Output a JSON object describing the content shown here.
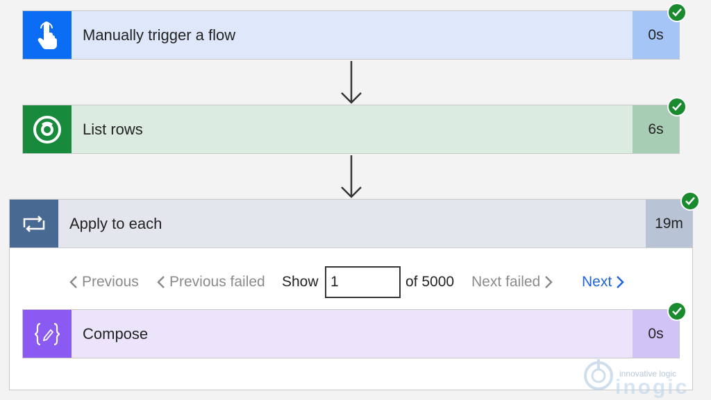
{
  "steps": {
    "trigger": {
      "label": "Manually trigger a flow",
      "duration": "0s",
      "icon": "touch-hand-icon",
      "status": "succeeded"
    },
    "list_rows": {
      "label": "List rows",
      "duration": "6s",
      "icon": "dataverse-icon",
      "status": "succeeded"
    },
    "apply_each": {
      "label": "Apply to each",
      "duration": "19m",
      "icon": "loop-icon",
      "status": "succeeded"
    },
    "compose": {
      "label": "Compose",
      "duration": "0s",
      "icon": "compose-braces-icon",
      "status": "succeeded"
    }
  },
  "pager": {
    "previous": "Previous",
    "previous_failed": "Previous failed",
    "show": "Show",
    "current": "1",
    "of_total": "of 5000",
    "next_failed": "Next failed",
    "next": "Next"
  },
  "watermark": {
    "tagline": "innovative logic",
    "brand": "inogic"
  },
  "colors": {
    "trigger_icon_bg": "#0b6cf4",
    "list_icon_bg": "#178a3c",
    "loop_icon_bg": "#486991",
    "compose_icon_bg": "#8a5af2",
    "success_green": "#1a8a2e",
    "link_blue": "#1e64d8"
  }
}
